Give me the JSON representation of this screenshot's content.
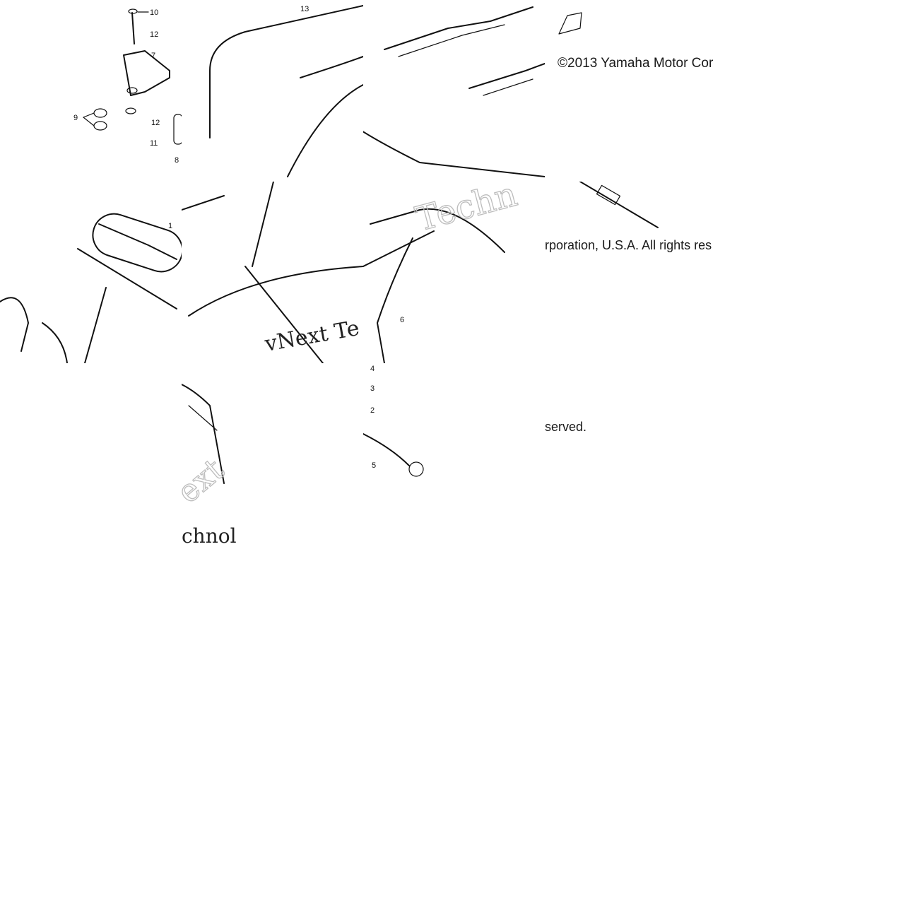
{
  "copyright": {
    "line1": "©2013 Yamaha Motor Cor",
    "line2": "rporation, U.S.A. All rights res",
    "line3": "served."
  },
  "watermark": {
    "text_a": "vNext Te",
    "text_b": "Techn",
    "text_c": "ext",
    "text_d": "chnol"
  },
  "callouts": {
    "c10": "10",
    "c12a": "12",
    "c7": "7",
    "c9": "9",
    "c12b": "12",
    "c11": "11",
    "c8": "8",
    "c13": "13",
    "c1": "1",
    "c6": "6",
    "c4": "4",
    "c3": "3",
    "c2": "2",
    "c5": "5"
  }
}
